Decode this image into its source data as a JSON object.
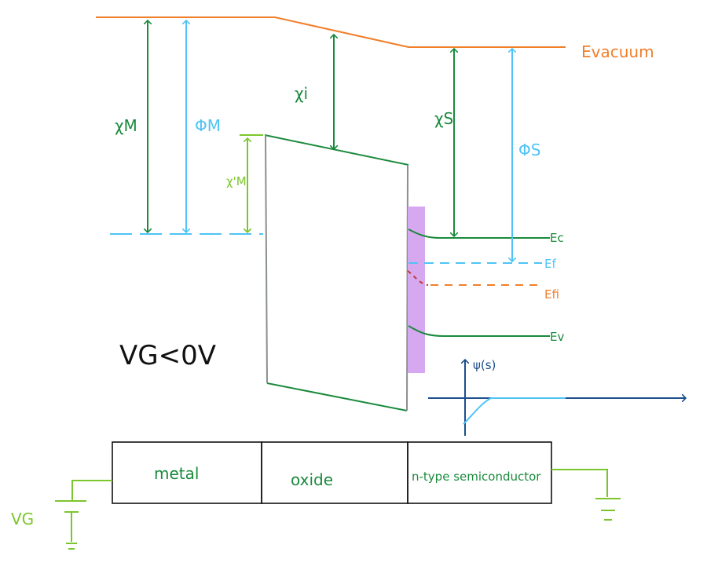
{
  "colors": {
    "orange": "#f07f2a",
    "green": "#1a8a3c",
    "blue": "#4fc3f7",
    "lime": "#7cc62d",
    "gray": "#8a8f8f",
    "purple": "#d6a8f0",
    "darkblue": "#1c4f8c",
    "red": "#c0392b",
    "black": "#111111"
  },
  "labels": {
    "evacuum": "Evacuum",
    "chi_m": "χM",
    "phi_m": "ΦM",
    "chi_i": "χi",
    "chi_s": "χS",
    "phi_s": "ΦS",
    "chi_m_prime": "χ'M",
    "ec": "Ec",
    "ef": "Ef",
    "efi": "Efi",
    "ev": "Ev",
    "vg_condition": "VG<0V",
    "psi": "ψ(s)",
    "metal": "metal",
    "oxide": "oxide",
    "semiconductor": "n-type semiconductor",
    "vg": "VG"
  }
}
